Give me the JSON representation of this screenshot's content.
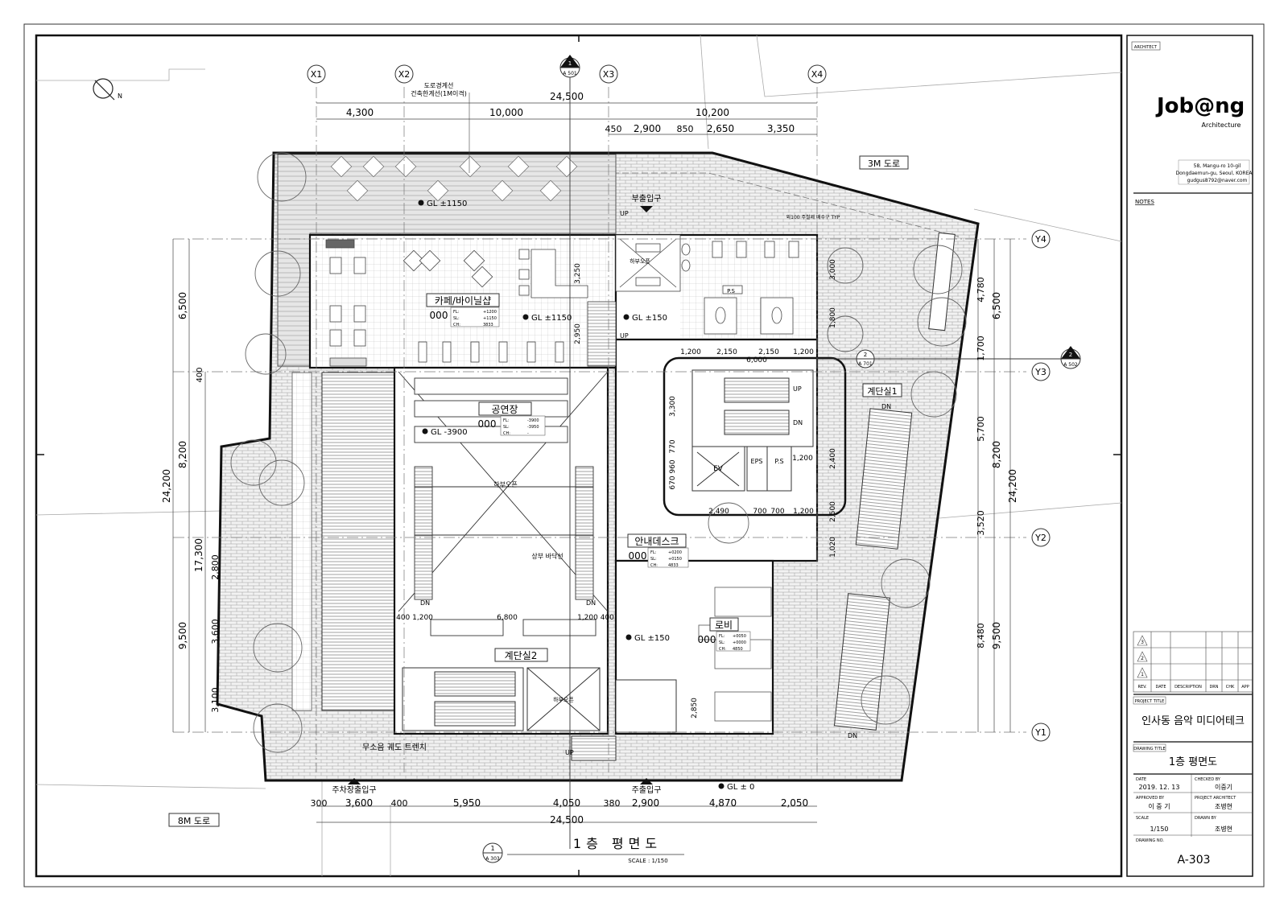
{
  "sheet": {
    "title": "1층 평면도",
    "scale": "SCALE : 1/150",
    "section_marks": [
      {
        "num": "1",
        "ref": "A 303"
      },
      {
        "num": "1",
        "ref": "A 501"
      },
      {
        "num": "2",
        "ref": "A 502"
      },
      {
        "num": "2",
        "ref": "A 701"
      }
    ]
  },
  "grid": {
    "columns": [
      "X1",
      "X2",
      "X3",
      "X4"
    ],
    "rows": [
      "Y4",
      "Y3",
      "Y2",
      "Y1"
    ]
  },
  "dimensions": {
    "top_total": "24,500",
    "top_row1": [
      "4,300",
      "10,000",
      "10,200"
    ],
    "top_row2": [
      "450",
      "2,900",
      "850",
      "2,650",
      "3,350"
    ],
    "bottom_total": "24,500",
    "bottom_row": [
      "300",
      "3,600",
      "400",
      "5,950",
      "4,050",
      "380",
      "2,900",
      "4,870",
      "2,050"
    ],
    "left_total": "24,200",
    "left_row1": [
      "6,500",
      "8,200",
      "9,500"
    ],
    "left_row2": [
      "400",
      "17,300",
      "2,800",
      "3,600",
      "3,100"
    ],
    "right_total": "24,200",
    "right_row1": [
      "6,500",
      "8,200",
      "9,500"
    ],
    "right_row2": [
      "4,780",
      "1,700",
      "5,700",
      "3,520",
      "8,480"
    ],
    "interior": [
      "1,200",
      "2,150",
      "2,150",
      "1,200",
      "6,000",
      "3,250",
      "2,950",
      "3,300",
      "1,200",
      "2,490",
      "700",
      "700",
      "1,200",
      "6,800",
      "400 1,200",
      "1,200 400",
      "2,850",
      "3,000",
      "1,800",
      "2,400",
      "2,500",
      "1,020",
      "770",
      "960",
      "670"
    ]
  },
  "rooms": {
    "cafe": {
      "name": "카페/바이닐샵",
      "num": "000",
      "fl": "+1200",
      "sl": "+1150",
      "ch": "3833"
    },
    "hall": {
      "name": "공연장",
      "num": "000",
      "fl": "-3900",
      "sl": "-3950",
      "ch": "-"
    },
    "desk": {
      "name": "안내데스크",
      "num": "000",
      "fl": "+0200",
      "sl": "+0150",
      "ch": "4833"
    },
    "lobby": {
      "name": "로비",
      "num": "000",
      "fl": "+0050",
      "sl": "+0000",
      "ch": "4850"
    },
    "stair1": "계단실1",
    "stair2": "계단실2",
    "void_label": "하부오픈",
    "void_upper": "상부 바닥선",
    "eps": "EPS",
    "ps": "P.S",
    "ev": "EV"
  },
  "labels": {
    "road_3m": "3M 도로",
    "road_8m": "8M 도로",
    "boundary1": "도로경계선",
    "boundary2": "건축한계선(1M이격)",
    "side_entrance": "부출입구",
    "main_entrance": "주출입구",
    "parking_entrance": "주차장출입구",
    "trench": "무소음 궤도 트렌치",
    "toilet_note": "외100 주철제 배수구 TYP",
    "gl_1150a": "GL ±1150",
    "gl_1150b": "GL ±1150",
    "gl_150a": "GL ±150",
    "gl_150b": "GL ±150",
    "gl_minus": "GL -3900",
    "gl_0": "GL ± 0",
    "up": "UP",
    "dn": "DN"
  },
  "title_block": {
    "architect_tag": "ARCHITECT",
    "logo": "Job@ng",
    "logo_sub": "Architecture",
    "address1": "58, Mangu-ro 10-gil",
    "address2": "Dongdaemun-gu, Seoul, KOREA",
    "email": "gudgus8792@naver.com",
    "notes": "NOTES",
    "revisions": [
      "3",
      "2",
      "1"
    ],
    "rev_headers": [
      "REV.",
      "DATE",
      "DESCRIPTION",
      "DRN",
      "CHK",
      "APP"
    ],
    "project_title_label": "PROJECT TITLE",
    "project_title": "인사동 음악 미디어테크",
    "drawing_title_label": "DRAWING TITLE",
    "drawing_title": "1층 평면도",
    "date_label": "DATE",
    "date": "2019. 12. 13",
    "checked_label": "CHECKED BY",
    "checked": "이중기",
    "approved_label": "APPROVED BY",
    "approved": "이 중 기",
    "pa_label": "PROJECT ARCHITECT",
    "pa": "조병현",
    "scale_label": "SCALE",
    "scale": "1/150",
    "drawn_label": "DRAWN BY",
    "drawn": "조병현",
    "drawing_no_label": "DRAWING NO.",
    "drawing_no": "A-303"
  }
}
